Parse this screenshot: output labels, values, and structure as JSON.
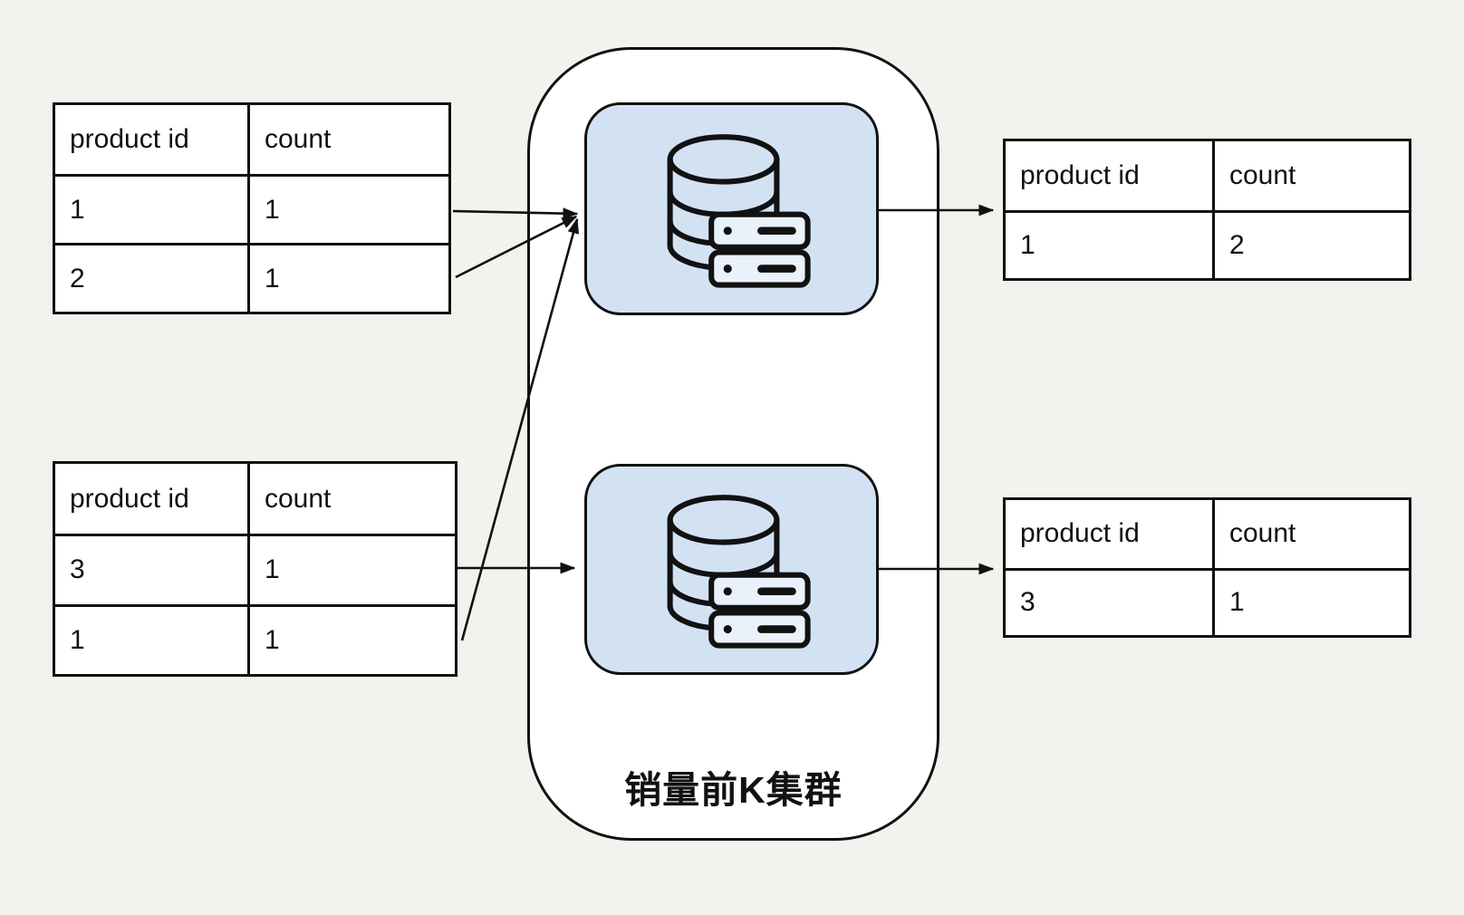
{
  "cluster": {
    "label": "销量前K集群"
  },
  "colors": {
    "background": "#f4f2ee",
    "node_fill": "#d3e2f3",
    "server_fill": "#e9f1fa",
    "stroke": "#111111",
    "table_fill": "#ffffff"
  },
  "tables": {
    "input_top": {
      "headers": [
        "product id",
        "count"
      ],
      "rows": [
        [
          "1",
          "1"
        ],
        [
          "2",
          "1"
        ]
      ]
    },
    "input_bottom": {
      "headers": [
        "product id",
        "count"
      ],
      "rows": [
        [
          "3",
          "1"
        ],
        [
          "1",
          "1"
        ]
      ]
    },
    "output_top": {
      "headers": [
        "product id",
        "count"
      ],
      "rows": [
        [
          "1",
          "2"
        ]
      ]
    },
    "output_bottom": {
      "headers": [
        "product id",
        "count"
      ],
      "rows": [
        [
          "3",
          "1"
        ]
      ]
    }
  }
}
